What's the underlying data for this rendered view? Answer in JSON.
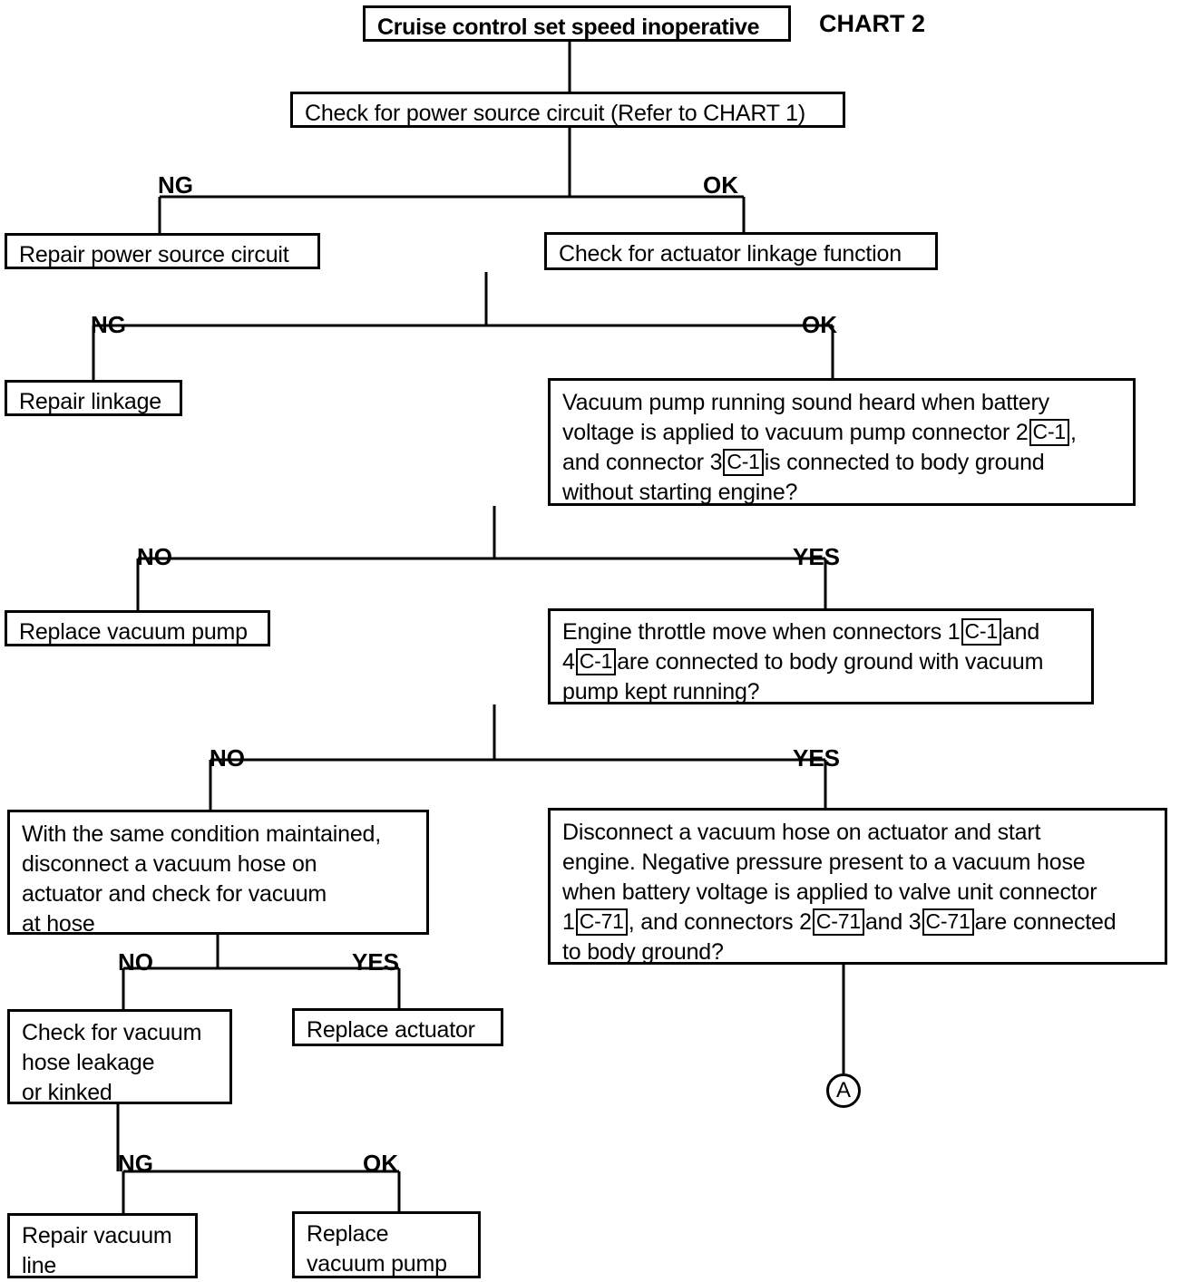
{
  "chart": {
    "title_label": "CHART 2",
    "root": "Cruise control set speed inoperative"
  },
  "nodes": {
    "n1": "Cruise control set speed inoperative",
    "n2": "Check for power source circuit (Refer to CHART 1)",
    "n3": "Repair power source circuit",
    "n4": "Check for actuator linkage function",
    "n5": "Repair linkage",
    "n6_line1": "Vacuum pump running sound heard when battery",
    "n6_line2a": "voltage is applied to vacuum pump connector 2",
    "n6_conn1": "C-1",
    "n6_line2b": ",",
    "n6_line3a": "and connector 3",
    "n6_conn2": "C-1",
    "n6_line3b": "is connected to body ground",
    "n6_line4": "without starting engine?",
    "n7": "Replace vacuum pump",
    "n8_line1a": "Engine throttle move when connectors 1",
    "n8_conn1": "C-1",
    "n8_line1b": "and",
    "n8_line2a": "4",
    "n8_conn2": "C-1",
    "n8_line2b": "are connected to body ground with vacuum",
    "n8_line3": "pump kept running?",
    "n9_line1": "With the same condition maintained,",
    "n9_line2": "disconnect a vacuum hose on",
    "n9_line3": "actuator and check for vacuum",
    "n9_line4": "at hose",
    "n10_line1": "Disconnect a vacuum hose on actuator and start",
    "n10_line2": "engine. Negative pressure present to a vacuum hose",
    "n10_line3": "when battery voltage is applied to valve unit connector",
    "n10_line4a": "1",
    "n10_conn1": "C-71",
    "n10_line4b": ", and connectors 2",
    "n10_conn2": "C-71",
    "n10_line4c": "and 3",
    "n10_conn3": "C-71",
    "n10_line4d": "are connected",
    "n10_line5": "to body ground?",
    "n11_line1": "Check for vacuum",
    "n11_line2": "hose leakage",
    "n11_line3": "or kinked",
    "n12": "Replace actuator",
    "n13_line1": "Repair vacuum",
    "n13_line2": "line",
    "n14_line1": "Replace",
    "n14_line2": "vacuum pump",
    "continuation": "A"
  },
  "branch_labels": {
    "b1_ng": "NG",
    "b1_ok": "OK",
    "b2_ng": "NG",
    "b2_ok": "OK",
    "b3_no": "NO",
    "b3_yes": "YES",
    "b4_no": "NO",
    "b4_yes": "YES",
    "b5_no": "NO",
    "b5_yes": "YES",
    "b6_ng": "NG",
    "b6_ok": "OK"
  },
  "chart_data": {
    "type": "table",
    "title": "Cruise control set speed inoperative — CHART 2",
    "diagram_kind": "troubleshooting-flowchart",
    "steps": [
      {
        "id": "n1",
        "kind": "start",
        "text": "Cruise control set speed inoperative",
        "next": "n2"
      },
      {
        "id": "n2",
        "kind": "check",
        "text": "Check for power source circuit (Refer to CHART 1)",
        "branches": [
          {
            "label": "NG",
            "target": "n3"
          },
          {
            "label": "OK",
            "target": "n4"
          }
        ]
      },
      {
        "id": "n3",
        "kind": "action",
        "text": "Repair power source circuit",
        "branches": []
      },
      {
        "id": "n4",
        "kind": "check",
        "text": "Check for actuator linkage function",
        "branches": [
          {
            "label": "NG",
            "target": "n5"
          },
          {
            "label": "OK",
            "target": "n6"
          }
        ]
      },
      {
        "id": "n5",
        "kind": "action",
        "text": "Repair linkage",
        "branches": []
      },
      {
        "id": "n6",
        "kind": "question",
        "text": "Vacuum pump running sound heard when battery voltage is applied to vacuum pump connector 2 [C-1], and connector 3 [C-1] is connected to body ground without starting engine?",
        "connectors": [
          "C-1",
          "C-1"
        ],
        "branches": [
          {
            "label": "NO",
            "target": "n7"
          },
          {
            "label": "YES",
            "target": "n8"
          }
        ]
      },
      {
        "id": "n7",
        "kind": "action",
        "text": "Replace vacuum pump",
        "branches": []
      },
      {
        "id": "n8",
        "kind": "question",
        "text": "Engine throttle move when connectors 1 [C-1] and 4 [C-1] are connected to body ground with vacuum pump kept running?",
        "connectors": [
          "C-1",
          "C-1"
        ],
        "branches": [
          {
            "label": "NO",
            "target": "n9"
          },
          {
            "label": "YES",
            "target": "n10"
          }
        ]
      },
      {
        "id": "n9",
        "kind": "check",
        "text": "With the same condition maintained, disconnect a vacuum hose on actuator and check for vacuum at hose",
        "branches": [
          {
            "label": "NO",
            "target": "n11"
          },
          {
            "label": "YES",
            "target": "n12"
          }
        ]
      },
      {
        "id": "n10",
        "kind": "question",
        "text": "Disconnect a vacuum hose on actuator and start engine. Negative pressure present to a vacuum hose when battery voltage is applied to valve unit connector 1 [C-71], and connectors 2 [C-71] and 3 [C-71] are connected to body ground?",
        "connectors": [
          "C-71",
          "C-71",
          "C-71"
        ],
        "branches": [
          {
            "label": "",
            "target": "A"
          }
        ]
      },
      {
        "id": "n11",
        "kind": "check",
        "text": "Check for vacuum hose leakage or kinked",
        "branches": [
          {
            "label": "NG",
            "target": "n13"
          },
          {
            "label": "OK",
            "target": "n14"
          }
        ]
      },
      {
        "id": "n12",
        "kind": "action",
        "text": "Replace actuator",
        "branches": []
      },
      {
        "id": "n13",
        "kind": "action",
        "text": "Repair vacuum line",
        "branches": []
      },
      {
        "id": "n14",
        "kind": "action",
        "text": "Replace vacuum pump",
        "branches": []
      },
      {
        "id": "A",
        "kind": "continuation",
        "text": "A",
        "branches": []
      }
    ]
  }
}
